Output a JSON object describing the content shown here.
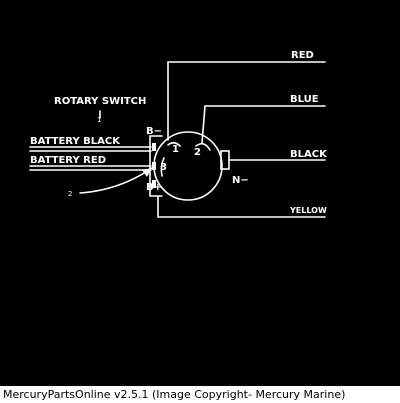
{
  "colors": {
    "background": "#000000",
    "ink": "#ffffff",
    "footer_background": "#ffffff",
    "footer_text": "#000000"
  },
  "diagram": {
    "title": "ROTARY SWITCH",
    "callout_1": "1",
    "callout_2": "2",
    "wires": {
      "red": "RED",
      "blue": "BLUE",
      "black": "BLACK",
      "yellow": "YELLOW",
      "battery_black": "BATTERY BLACK",
      "battery_red": "BATTERY RED"
    },
    "terminals": {
      "b_minus": "B−",
      "b_plus": "B+",
      "n_minus": "N−",
      "t1": "1",
      "t2": "2",
      "t3": "3"
    }
  },
  "footer": {
    "text": "MercuryPartsOnline v2.5.1 (Image Copyright- Mercury Marine)"
  }
}
